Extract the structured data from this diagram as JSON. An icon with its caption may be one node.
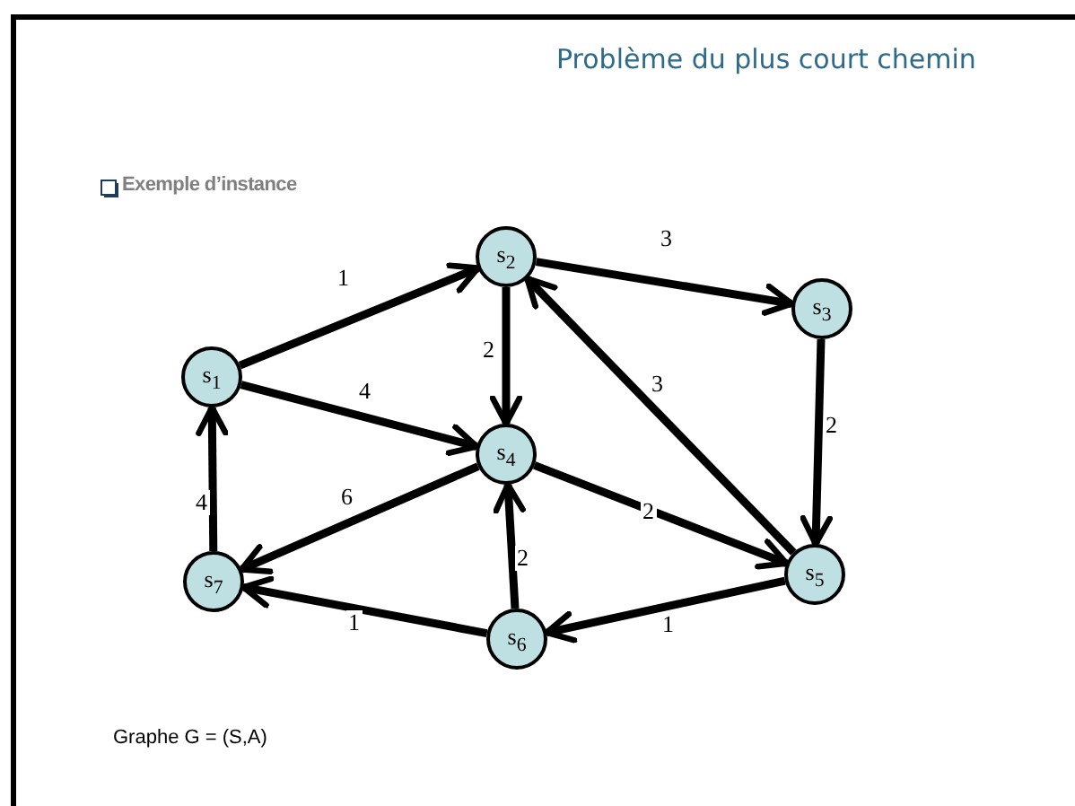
{
  "diagram": {
    "title": "Problème du plus court chemin",
    "nodes": [
      {
        "text": [
          "s$_{1}$"
        ]
      },
      {
        "text": [
          "s$_{2}$"
        ]
      },
      {
        "text": [
          "s$_{3}$"
        ]
      },
      {
        "text": [
          "s$_{4}$"
        ]
      },
      {
        "text": [
          "s$_{5}$"
        ]
      },
      {
        "text": [
          "s$_{6}$"
        ]
      },
      {
        "text": [
          "s$_{7}$"
        ]
      }
    ],
    "edges": [
      {
        "from": 0,
        "to": 1,
        "arrow": "to",
        "label": "1"
      },
      {
        "from": 0,
        "to": 3,
        "arrow": "to",
        "label": "4"
      },
      {
        "from": 1,
        "to": 3,
        "arrow": "to",
        "label": "2"
      },
      {
        "from": 1,
        "to": 2,
        "arrow": "to",
        "label": "3"
      },
      {
        "from": 2,
        "to": 4,
        "arrow": "to",
        "label": "2"
      },
      {
        "from": 4,
        "to": 1,
        "arrow": "to",
        "label": "3"
      },
      {
        "from": 3,
        "to": 4,
        "arrow": "to",
        "label": "2"
      },
      {
        "from": 3,
        "to": 6,
        "arrow": "to",
        "label": "6"
      },
      {
        "from": 5,
        "to": 3,
        "arrow": "to",
        "label": "2"
      },
      {
        "from": 5,
        "to": 6,
        "arrow": "to",
        "label": "1"
      },
      {
        "from": 4,
        "to": 5,
        "arrow": "to",
        "label": "1"
      },
      {
        "from": 6,
        "to": 0,
        "arrow": "to",
        "label": "4"
      }
    ],
    "labels": [
      "Exemple d’instance",
      "Graphe G = (S,A)"
    ]
  }
}
